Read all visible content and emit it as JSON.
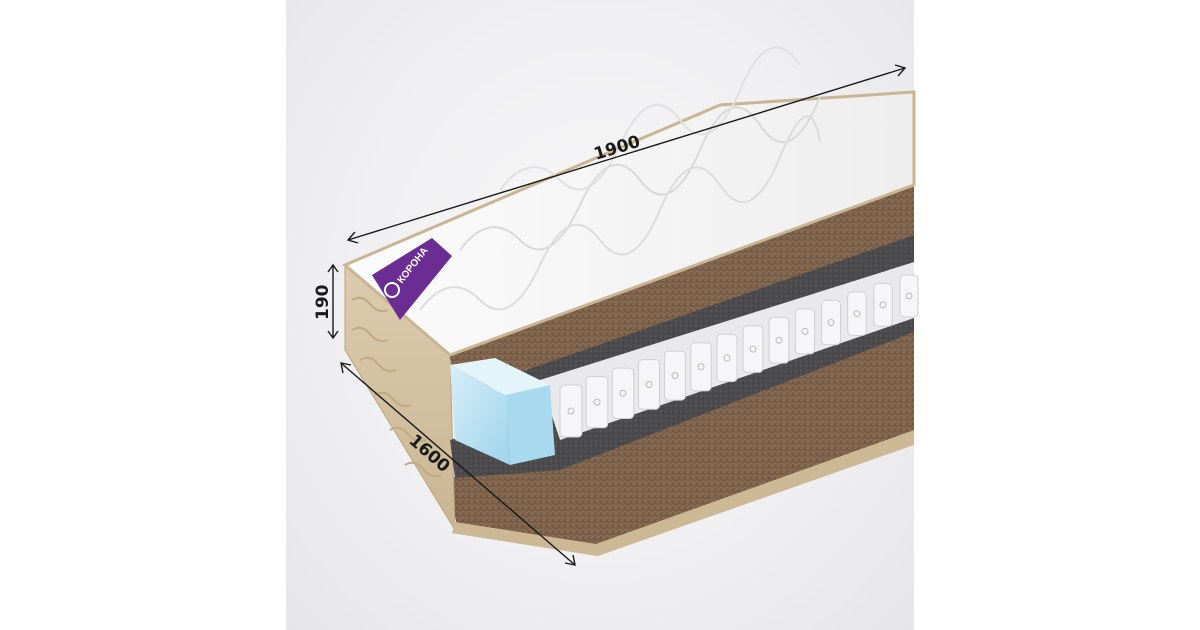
{
  "product": {
    "brand_label": "КОРОНА",
    "layers": [
      "quilted-cover",
      "coir",
      "felt",
      "pocket-springs",
      "felt",
      "coir",
      "foam-edge"
    ]
  },
  "dimensions": {
    "length": "1900",
    "width": "1600",
    "height": "190"
  },
  "colors": {
    "background": "#efeff1",
    "cover": "#f4f4f4",
    "coir": "#7a5f49",
    "felt": "#4a4a4a",
    "side_fabric": "#d5c3a4",
    "foam": "#bfe2f2",
    "brand_ribbon": "#6b2d93"
  }
}
